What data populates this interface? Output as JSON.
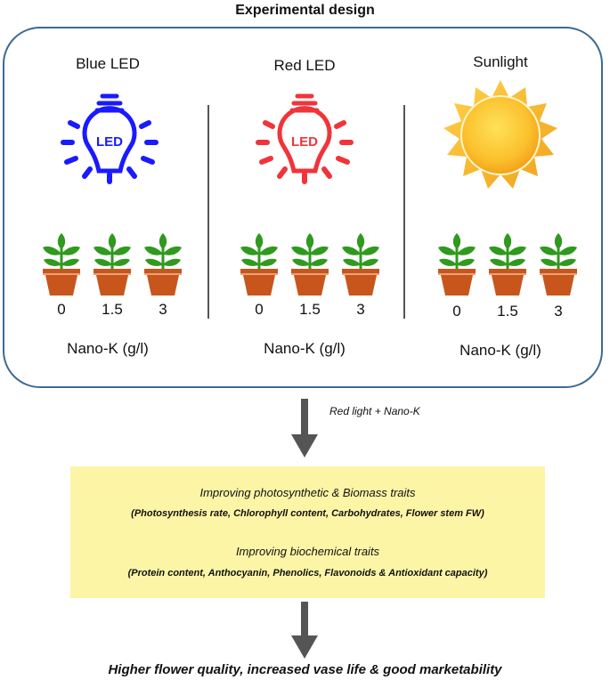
{
  "title": "Experimental design",
  "columns": [
    {
      "label": "Blue LED",
      "bulb_text": "LED",
      "color": "#1a1aff",
      "doses": [
        "0",
        "1.5",
        "3"
      ],
      "unit": "Nano-K (g/l)"
    },
    {
      "label": "Red LED",
      "bulb_text": "LED",
      "color": "#f0343a",
      "doses": [
        "0",
        "1.5",
        "3"
      ],
      "unit": "Nano-K (g/l)"
    },
    {
      "label": "Sunlight",
      "doses": [
        "0",
        "1.5",
        "3"
      ],
      "unit": "Nano-K (g/l)"
    }
  ],
  "arrow_label": "Red light + Nano-K",
  "results": {
    "photo_heading": "Improving photosynthetic & Biomass traits",
    "photo_detail": "(Photosynthesis rate, Chlorophyll content, Carbohydrates, Flower stem FW)",
    "biochem_heading": "Improving biochemical traits",
    "biochem_detail": "(Protein content, Anthocyanin, Phenolics, Flavonoids & Antioxidant capacity)"
  },
  "conclusion": "Higher flower quality, increased vase life & good marketability",
  "colors": {
    "panel_border": "#3d6a93",
    "box_fill": "#fdf5a6",
    "pot": "#c8561c",
    "leaf": "#2f9a1e",
    "arrow": "#555555"
  }
}
